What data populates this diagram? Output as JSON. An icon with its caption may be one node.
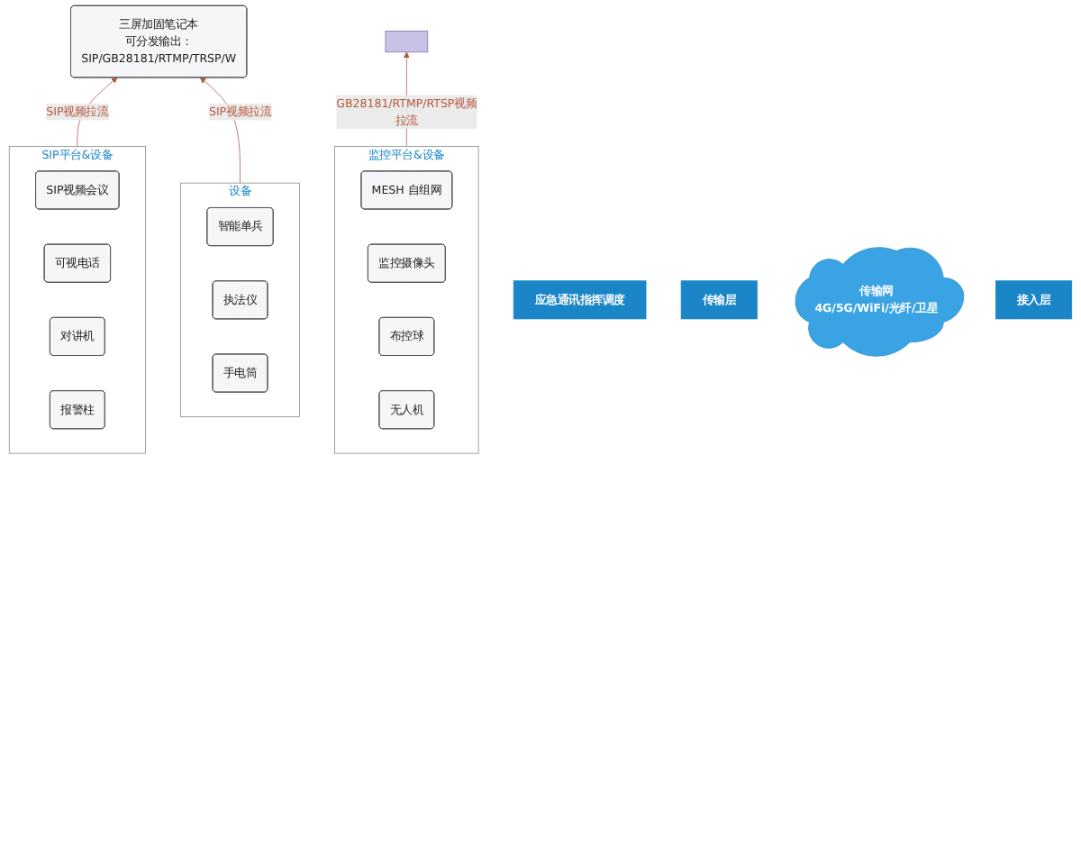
{
  "diagram": {
    "nodes": [
      {
        "text": [
          "三屏加固笔记本",
          "可分发输出：SIP/GB28181/RTMP/TRSP/W"
        ]
      },
      {
        "text": [
          "应急通讯指挥调度"
        ]
      },
      {
        "text": [],
        "shape": "box"
      },
      {
        "text": [
          "传输层"
        ]
      },
      {
        "text": [
          "传输网",
          "4G/5G/WiFi/光纤/卫星"
        ]
      },
      {
        "text": [
          "监控平台&设备"
        ]
      },
      {
        "text": [
          "MESH 自组网"
        ],
        "in": 5
      },
      {
        "text": [
          "监控摄像头"
        ],
        "in": 5
      },
      {
        "text": [
          "布控球"
        ],
        "in": 5
      },
      {
        "text": [
          "无人机"
        ],
        "in": 5
      },
      {
        "text": [
          "SIP平台&设备"
        ]
      },
      {
        "text": [
          "SIP视频会议"
        ],
        "in": 10
      },
      {
        "text": [
          "可视电话"
        ],
        "in": 10
      },
      {
        "text": [
          "对讲机"
        ],
        "in": 10
      },
      {
        "text": [
          "报警柱"
        ],
        "in": 10
      },
      {
        "text": [
          "设备"
        ]
      },
      {
        "text": [
          "智能单兵"
        ],
        "in": 15
      },
      {
        "text": [
          "执法仪"
        ],
        "in": 15
      },
      {
        "text": [
          "手电筒"
        ],
        "in": 15
      },
      {
        "text": [
          "接入层"
        ]
      }
    ],
    "edges": [
      {
        "from": 5,
        "to": 2,
        "arrow": "to",
        "label": "GB28181/RTMP/RTSP视频拉流"
      },
      {
        "from": 10,
        "to": 0,
        "arrow": "to",
        "label": "SIP视频拉流"
      },
      {
        "from": 15,
        "to": 0,
        "arrow": "to",
        "label": "SIP视频拉流"
      }
    ]
  }
}
